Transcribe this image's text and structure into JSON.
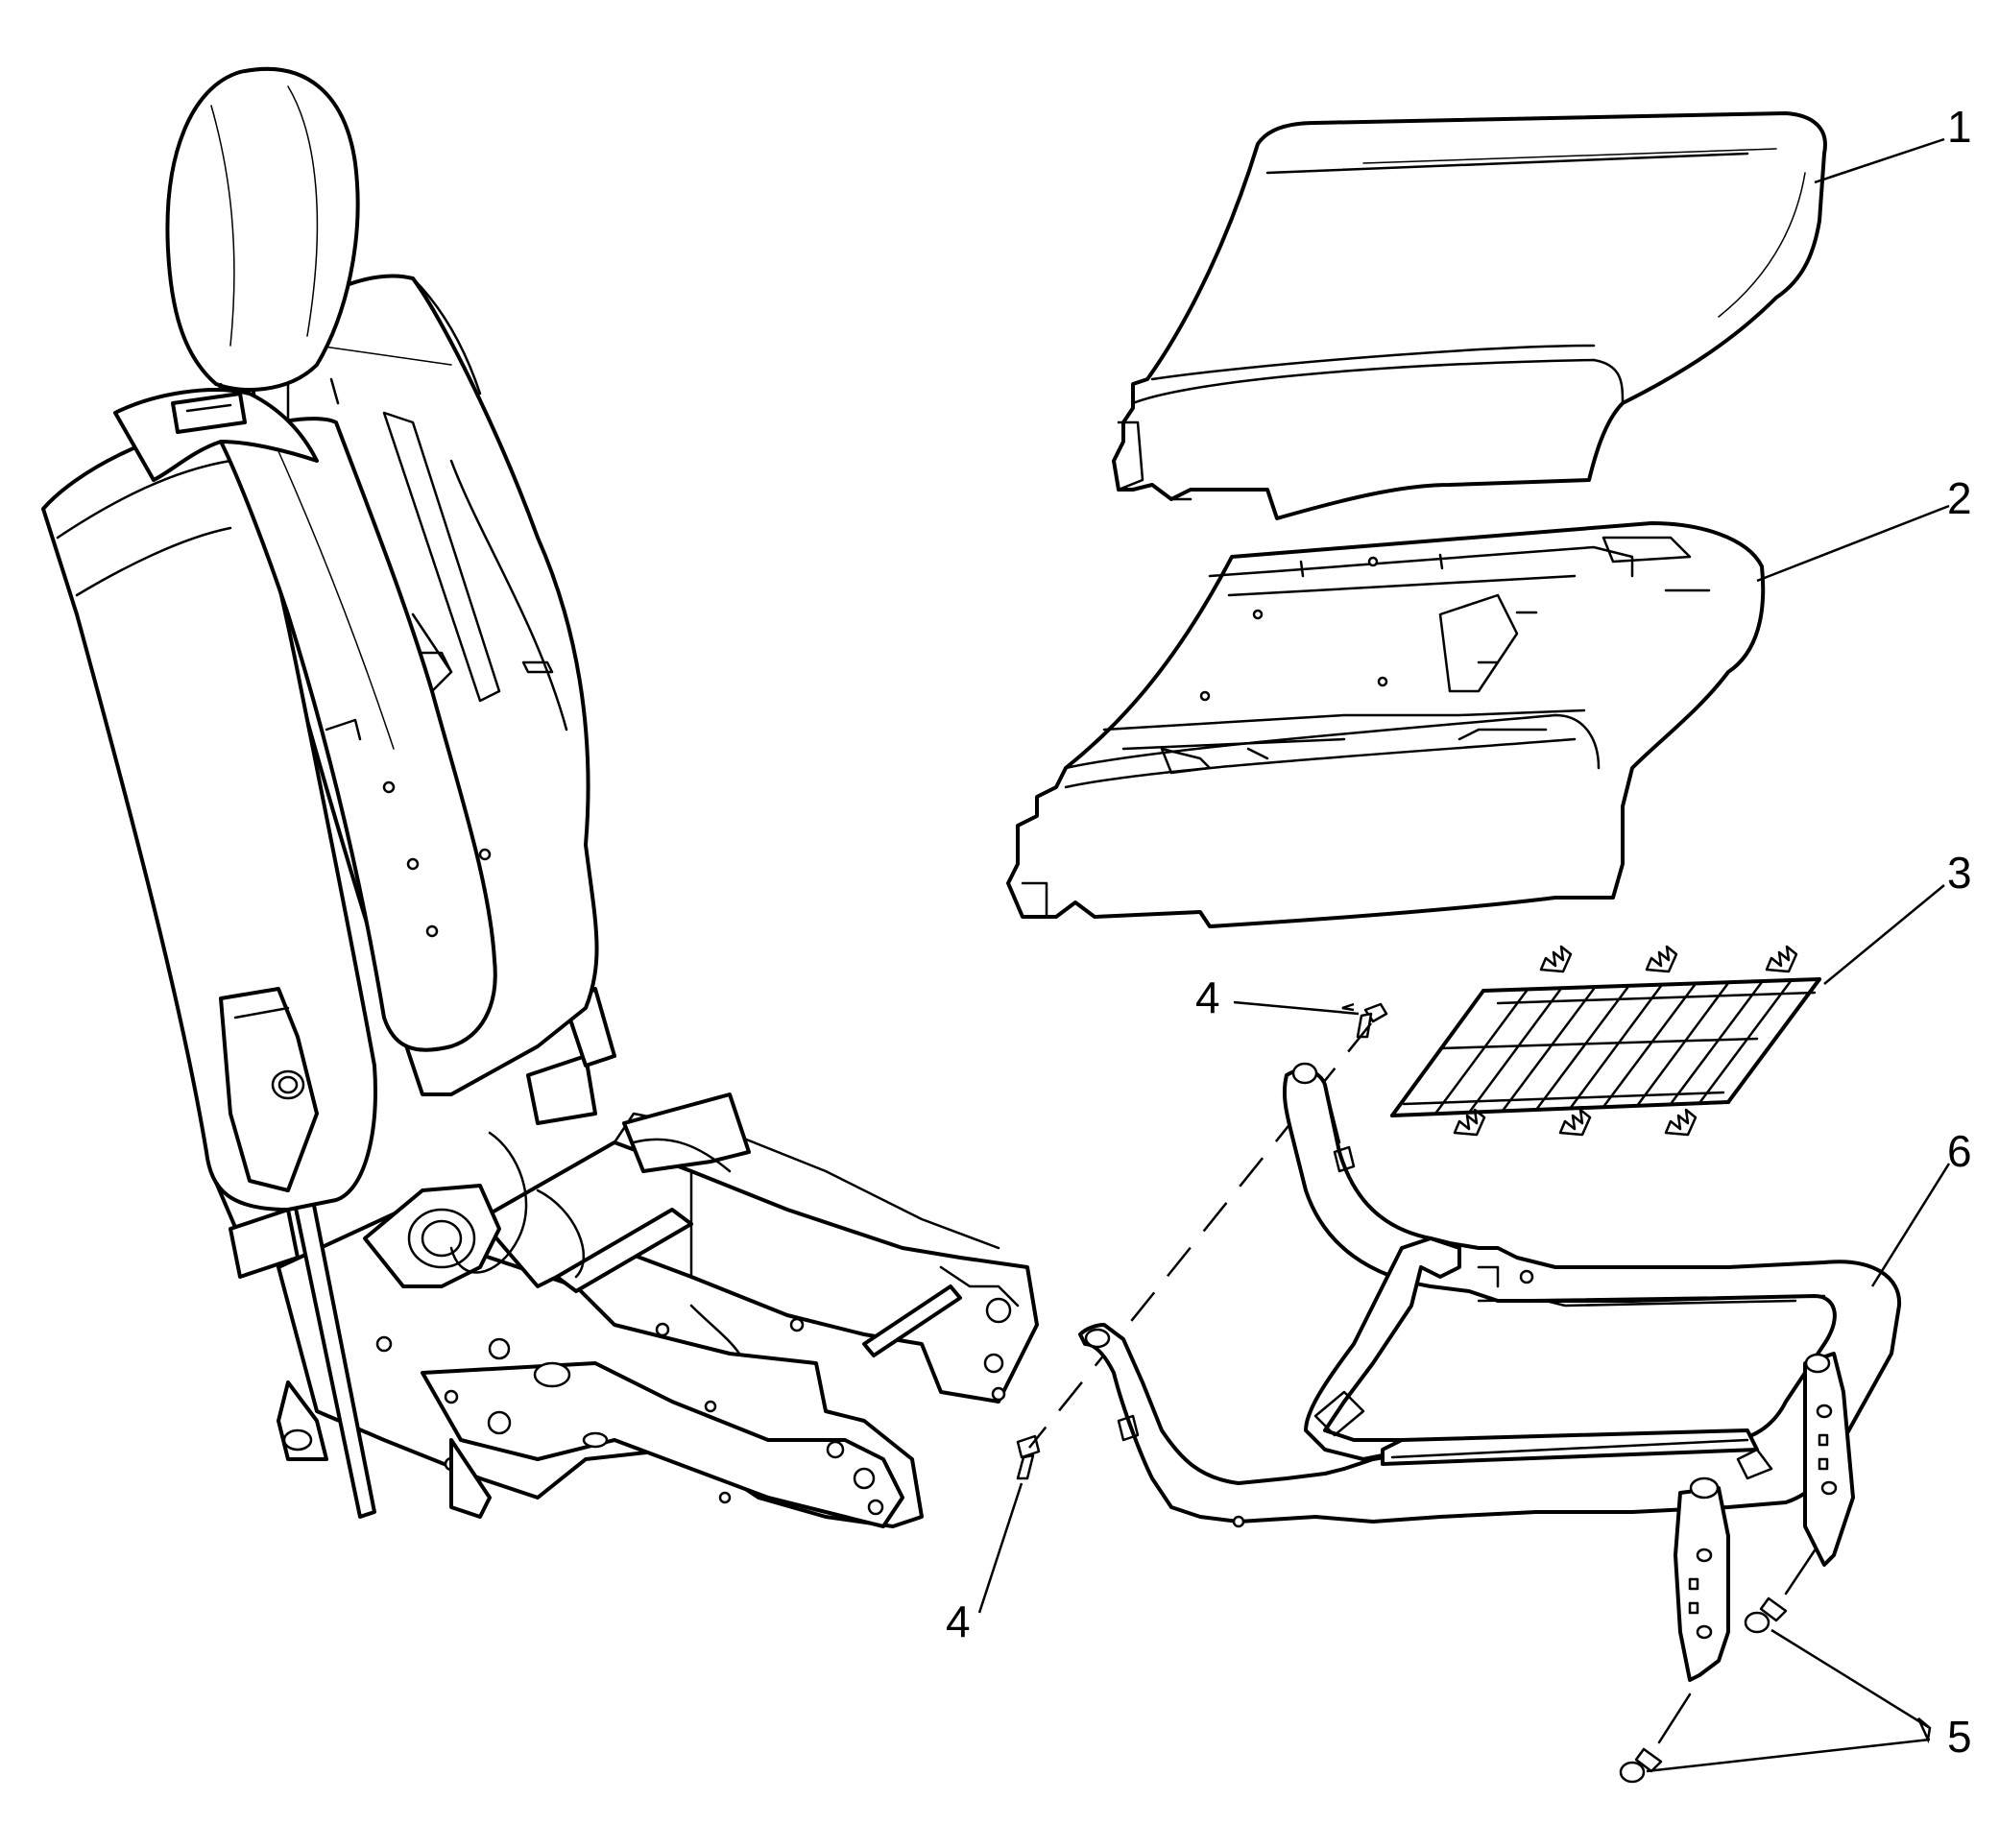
{
  "callouts": {
    "c1": "1",
    "c2": "2",
    "c3": "3",
    "c4a": "4",
    "c4b": "4",
    "c5": "5",
    "c6": "6"
  }
}
